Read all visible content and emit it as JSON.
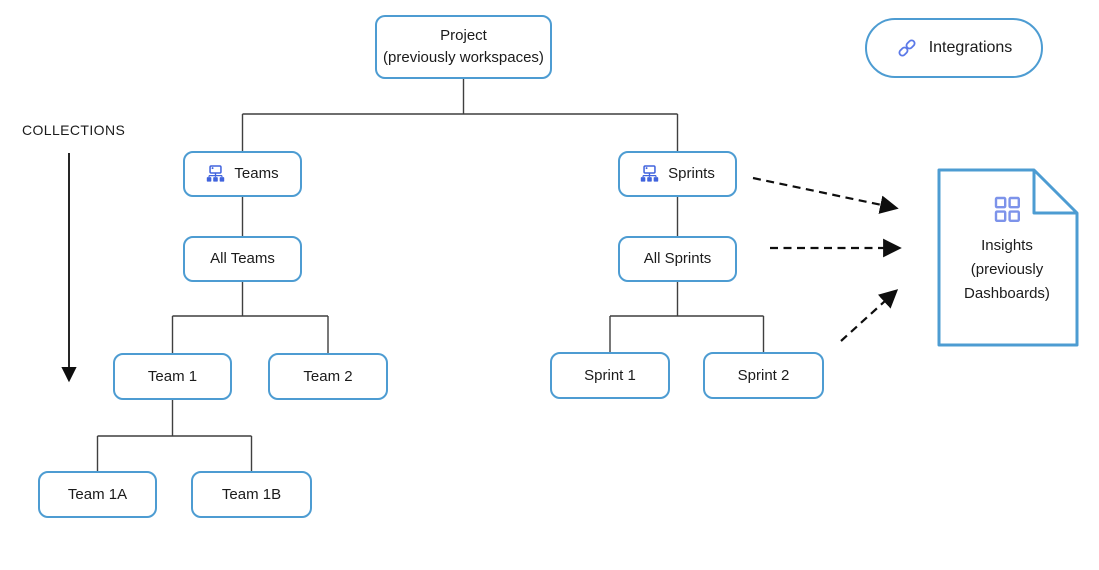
{
  "colors": {
    "node_border": "#4d9cd2",
    "connector": "#3f3f3f",
    "arrow": "#0e0e0e",
    "text": "#1b1b1b",
    "icon_sitemap": "#4063dd",
    "icon_grid": "#7d93ea",
    "icon_link": "#5b79e8",
    "background": "#ffffff"
  },
  "labels": {
    "collections": "COLLECTIONS"
  },
  "nodes": {
    "project": {
      "line1": "Project",
      "line2": "(previously workspaces)"
    },
    "teams": {
      "label": "Teams",
      "icon": "sitemap-icon"
    },
    "all_teams": {
      "label": "All Teams"
    },
    "team1": {
      "label": "Team 1"
    },
    "team2": {
      "label": "Team 2"
    },
    "team1a": {
      "label": "Team 1A"
    },
    "team1b": {
      "label": "Team 1B"
    },
    "sprints": {
      "label": "Sprints",
      "icon": "sitemap-icon"
    },
    "all_sprints": {
      "label": "All Sprints"
    },
    "sprint1": {
      "label": "Sprint 1"
    },
    "sprint2": {
      "label": "Sprint 2"
    },
    "integrations": {
      "label": "Integrations",
      "icon": "link-icon"
    },
    "insights": {
      "line1": "Insights",
      "line2": "(previously",
      "line3": "Dashboards)",
      "icon": "grid-icon"
    }
  },
  "edges": [
    {
      "from": "project",
      "to": "teams",
      "style": "solid"
    },
    {
      "from": "project",
      "to": "sprints",
      "style": "solid"
    },
    {
      "from": "teams",
      "to": "all_teams",
      "style": "solid"
    },
    {
      "from": "all_teams",
      "to": "team1",
      "style": "solid"
    },
    {
      "from": "all_teams",
      "to": "team2",
      "style": "solid"
    },
    {
      "from": "team1",
      "to": "team1a",
      "style": "solid"
    },
    {
      "from": "team1",
      "to": "team1b",
      "style": "solid"
    },
    {
      "from": "sprints",
      "to": "all_sprints",
      "style": "solid"
    },
    {
      "from": "all_sprints",
      "to": "sprint1",
      "style": "solid"
    },
    {
      "from": "all_sprints",
      "to": "sprint2",
      "style": "solid"
    },
    {
      "from": "sprints",
      "to": "insights",
      "style": "dashed-arrow"
    },
    {
      "from": "all_sprints",
      "to": "insights",
      "style": "dashed-arrow"
    },
    {
      "from": "sprints-area",
      "to": "insights",
      "style": "dashed-arrow"
    }
  ]
}
